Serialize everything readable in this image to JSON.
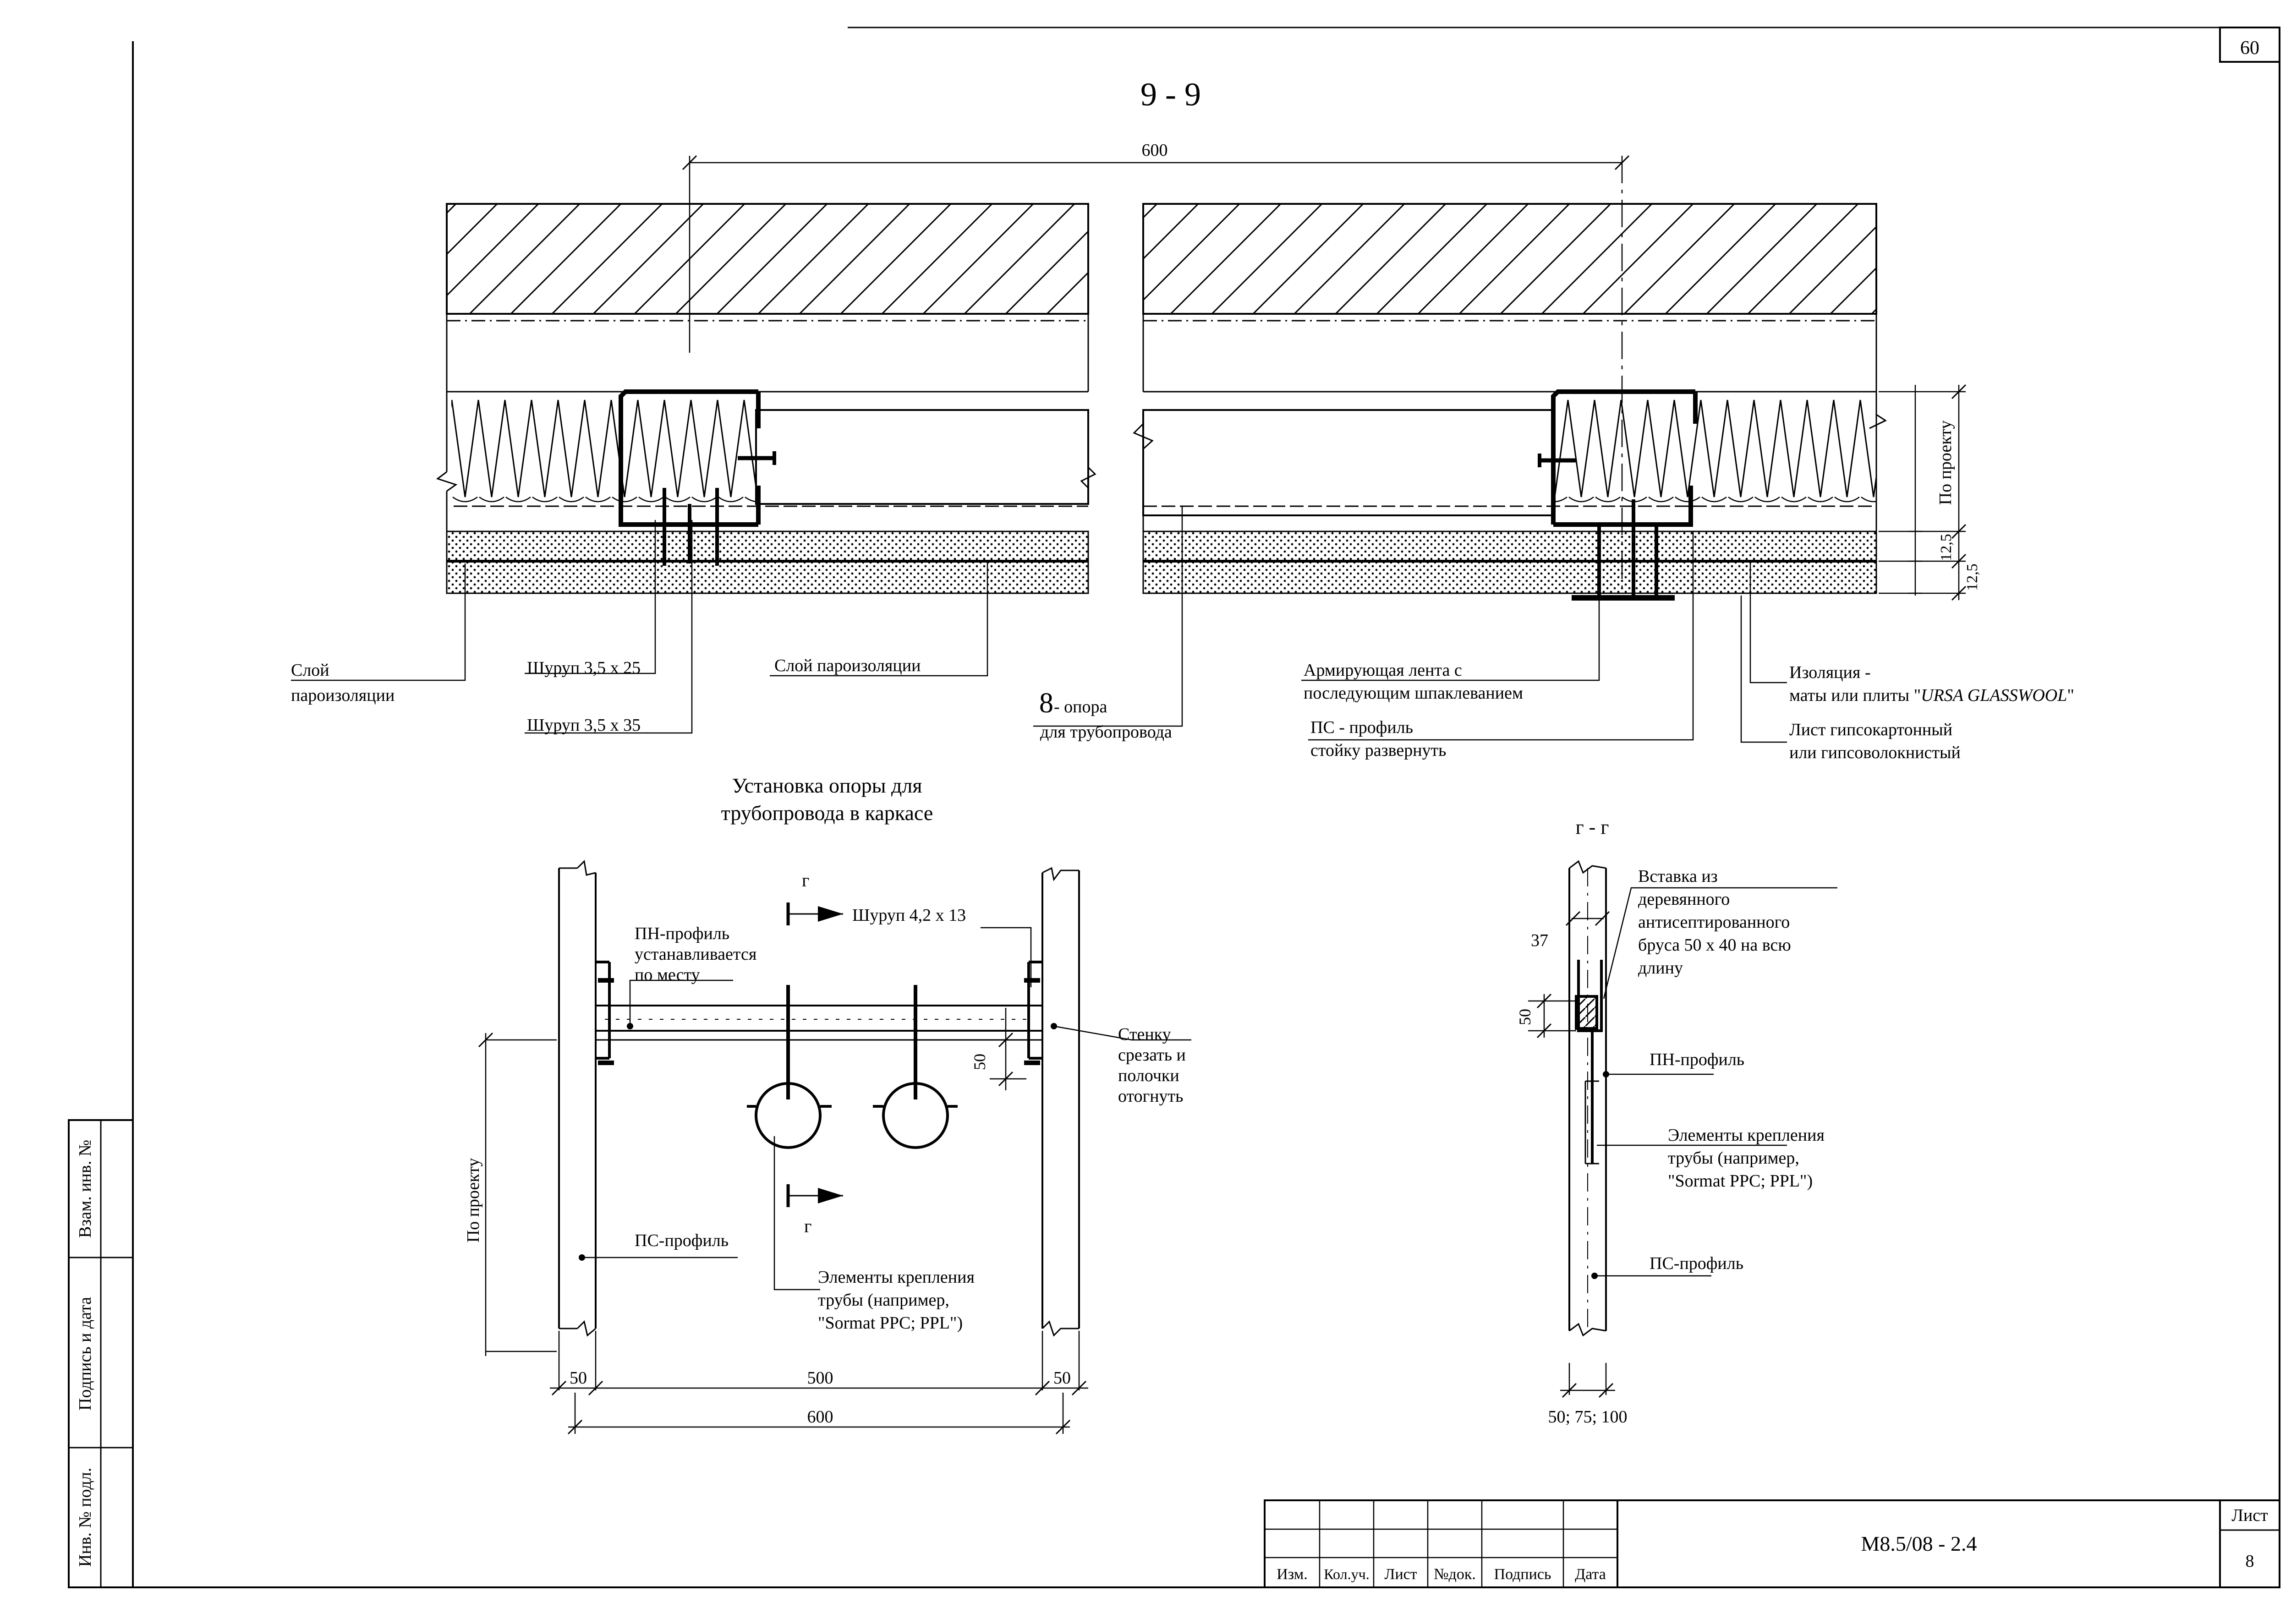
{
  "sheet": {
    "page_number": "60",
    "section_title": "9 - 9",
    "sheet_label": "Лист",
    "sheet_no": "8",
    "doc_code": "М8.5/08 - 2.4"
  },
  "title_block": {
    "headers": [
      "Изм.",
      "Кол.уч.",
      "Лист",
      "№док.",
      "Подпись",
      "Дата"
    ]
  },
  "side_stamp": {
    "vzam": "Взам. инв. №",
    "podpis": "Подпись и дата",
    "inv": "Инв. № подл."
  },
  "section_9": {
    "dim_top": "600",
    "dim_po_proektu": "По проекту",
    "dim_12_5_a": "12,5",
    "dim_12_5_b": "12,5",
    "labels": {
      "sloy_1": "Слой",
      "sloy_2": "пароизоляции",
      "shurup_25": "Шуруп 3,5 х 25",
      "shurup_35": "Шуруп 3,5 х 35",
      "sloy_paroiz": "Слой пароизоляции",
      "opora_num": "8",
      "opora_1": " - опора",
      "opora_2": "для трубопровода",
      "lenta_1": "Армирующая лента с",
      "lenta_2": "последующим шпаклеванием",
      "ps_1": "ПС - профиль",
      "ps_2": "стойку развернуть",
      "izol_1": "Изоляция -",
      "izol_2a": "маты или плиты \"",
      "izol_2b": "URSA GLASSWOOL",
      "izol_2c": "\"",
      "gkl_1": "Лист гипсокартонный",
      "gkl_2": "или гипсоволокнистый"
    }
  },
  "install": {
    "title_1": "Установка опоры для",
    "title_2": "трубопровода в каркасе",
    "labels": {
      "pn_1": "ПН-профиль",
      "pn_2": "устанавливается",
      "pn_3": "по месту",
      "g_top": "г",
      "shurup_42": "Шуруп 4,2 х 13",
      "stenku_1": "Стенку",
      "stenku_2": "срезать и",
      "stenku_3": "полочки",
      "stenku_4": "отогнуть",
      "dim_50_v": "50",
      "po_proektu": "По проекту",
      "g_bot": "г",
      "ps": "ПС-профиль",
      "elem_1": "Элементы крепления",
      "elem_2": "трубы (например,",
      "elem_3": "\"Sormat PPC; PPL\")",
      "dim_50_l": "50",
      "dim_500": "500",
      "dim_50_r": "50",
      "dim_600": "600"
    }
  },
  "section_g": {
    "title": "г - г",
    "labels": {
      "vstavka_1": "Вставка из",
      "vstavka_2": "деревянного",
      "vstavka_3": "антисептированного",
      "vstavka_4": "бруса 50 х 40 на всю",
      "vstavka_5": "длину",
      "dim_37": "37",
      "dim_50": "50",
      "pn": "ПН-профиль",
      "elem_1": "Элементы крепления",
      "elem_2": "трубы (например,",
      "elem_3": "\"Sormat PPC; PPL\")",
      "ps": "ПС-профиль",
      "dim_bottom": "50; 75; 100"
    }
  }
}
